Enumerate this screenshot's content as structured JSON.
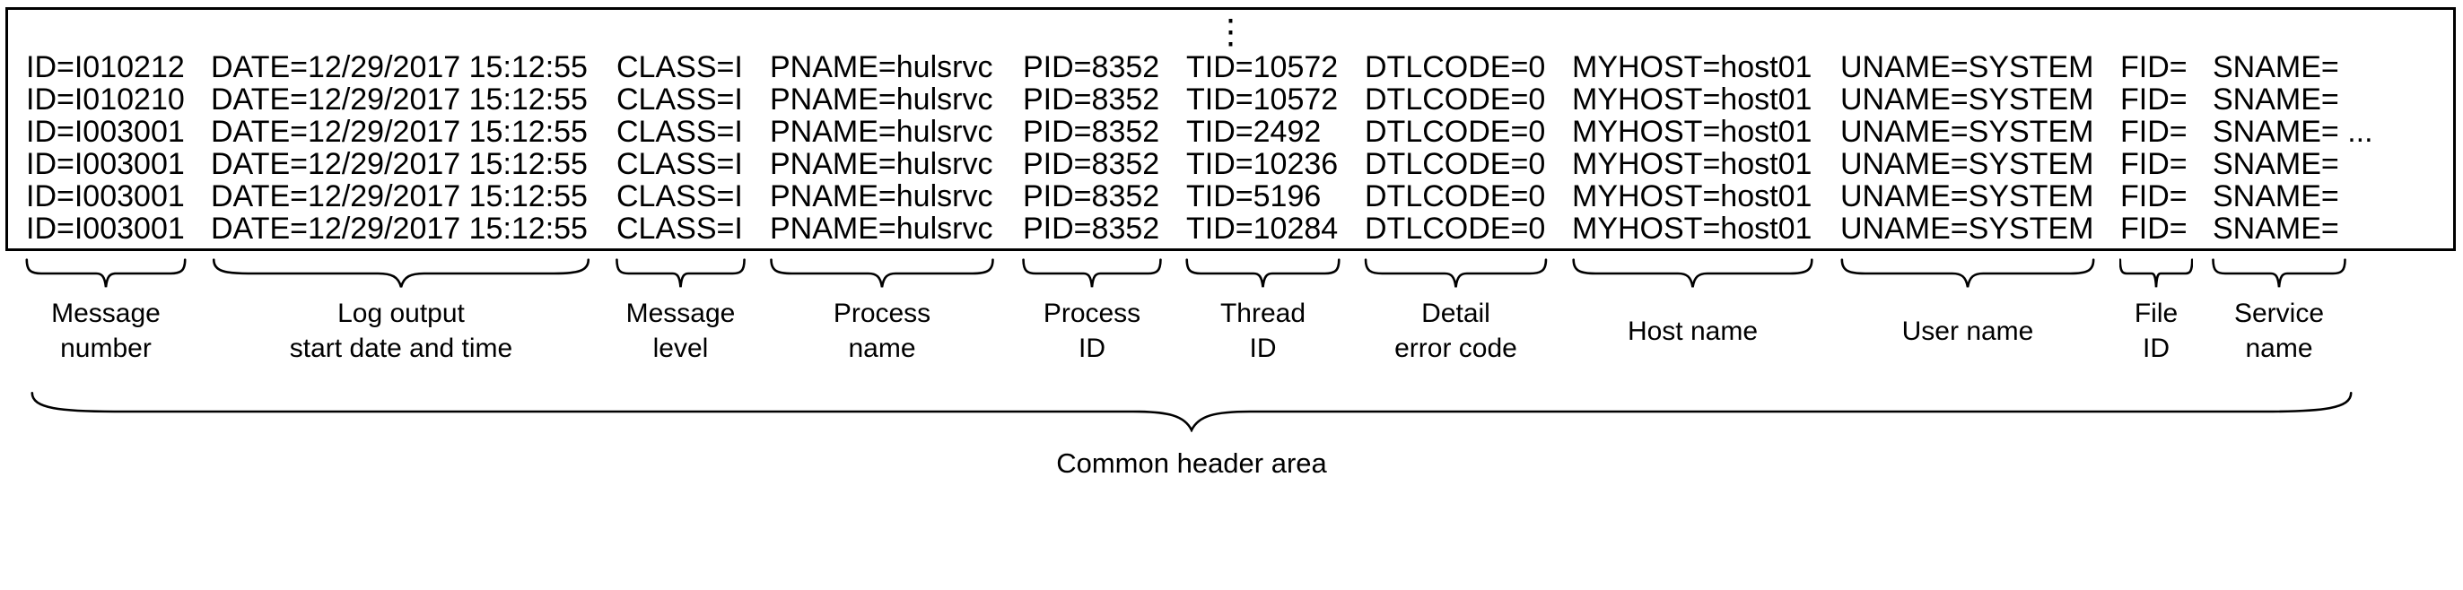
{
  "colors": {
    "ink": "#000000",
    "background": "#ffffff"
  },
  "figure": {
    "ellipsis": "⋮",
    "common_header_label": "Common header area"
  },
  "log": {
    "field_keys": [
      "id",
      "date",
      "class",
      "pname",
      "pid",
      "tid",
      "dtlcode",
      "myhost",
      "uname",
      "fid",
      "sname"
    ],
    "lines": [
      [
        "ID=I010212",
        "DATE=12/29/2017 15:12:55",
        "CLASS=I",
        "PNAME=hulsrvc",
        "PID=8352",
        "TID=10572",
        "DTLCODE=0",
        "MYHOST=host01",
        "UNAME=SYSTEM",
        "FID=",
        "SNAME="
      ],
      [
        "ID=I010210",
        "DATE=12/29/2017 15:12:55",
        "CLASS=I",
        "PNAME=hulsrvc",
        "PID=8352",
        "TID=10572",
        "DTLCODE=0",
        "MYHOST=host01",
        "UNAME=SYSTEM",
        "FID=",
        "SNAME="
      ],
      [
        "ID=I003001",
        "DATE=12/29/2017 15:12:55",
        "CLASS=I",
        "PNAME=hulsrvc",
        "PID=8352",
        "TID=2492",
        "DTLCODE=0",
        "MYHOST=host01",
        "UNAME=SYSTEM",
        "FID=",
        "SNAME= ..."
      ],
      [
        "ID=I003001",
        "DATE=12/29/2017 15:12:55",
        "CLASS=I",
        "PNAME=hulsrvc",
        "PID=8352",
        "TID=10236",
        "DTLCODE=0",
        "MYHOST=host01",
        "UNAME=SYSTEM",
        "FID=",
        "SNAME="
      ],
      [
        "ID=I003001",
        "DATE=12/29/2017 15:12:55",
        "CLASS=I",
        "PNAME=hulsrvc",
        "PID=8352",
        "TID=5196",
        "DTLCODE=0",
        "MYHOST=host01",
        "UNAME=SYSTEM",
        "FID=",
        "SNAME="
      ],
      [
        "ID=I003001",
        "DATE=12/29/2017 15:12:55",
        "CLASS=I",
        "PNAME=hulsrvc",
        "PID=8352",
        "TID=10284",
        "DTLCODE=0",
        "MYHOST=host01",
        "UNAME=SYSTEM",
        "FID=",
        "SNAME="
      ]
    ]
  },
  "annotations": [
    {
      "field": "id",
      "label": "Message\nnumber"
    },
    {
      "field": "date",
      "label": "Log output\nstart date and time"
    },
    {
      "field": "class",
      "label": "Message\nlevel"
    },
    {
      "field": "pname",
      "label": "Process\nname"
    },
    {
      "field": "pid",
      "label": "Process\nID"
    },
    {
      "field": "tid",
      "label": "Thread\nID"
    },
    {
      "field": "dtlcode",
      "label": "Detail\nerror code"
    },
    {
      "field": "myhost",
      "label": "Host name"
    },
    {
      "field": "uname",
      "label": "User name"
    },
    {
      "field": "fid",
      "label": "File\nID"
    },
    {
      "field": "sname",
      "label": "Service\nname"
    }
  ]
}
